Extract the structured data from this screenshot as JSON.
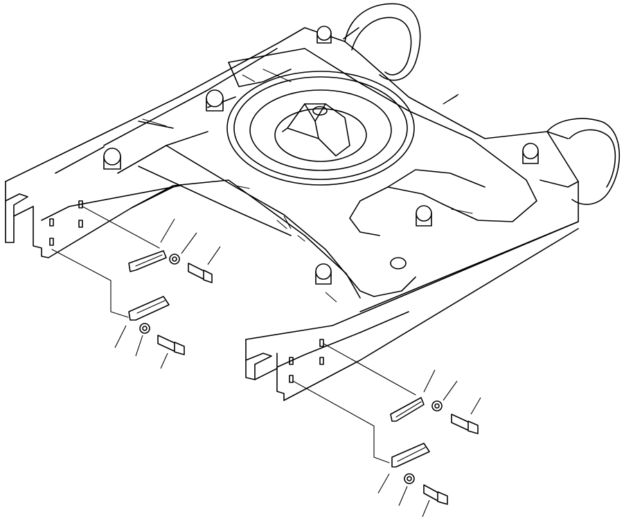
{
  "figure": {
    "kind": "exploded-parts-illustration",
    "subject": "track-frame",
    "line_color": "#000000",
    "background": "#ffffff",
    "callout_leaders": 16,
    "labels": []
  }
}
